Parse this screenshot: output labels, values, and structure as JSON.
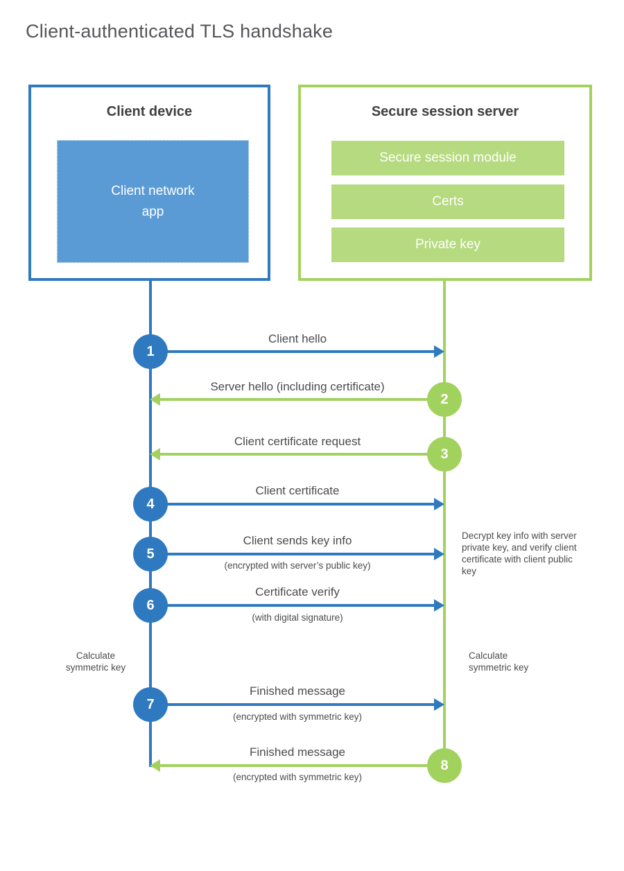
{
  "title": "Client-authenticated TLS handshake",
  "client": {
    "title": "Client device",
    "app": "Client network\napp"
  },
  "server": {
    "title": "Secure session server",
    "modules": [
      "Secure session module",
      "Certs",
      "Private key"
    ]
  },
  "steps": [
    {
      "num": "1",
      "label": "Client hello",
      "sub": "",
      "from": "client",
      "to": "server"
    },
    {
      "num": "2",
      "label": "Server hello (including certificate)",
      "sub": "",
      "from": "server",
      "to": "client"
    },
    {
      "num": "3",
      "label": "Client certificate request",
      "sub": "",
      "from": "server",
      "to": "client"
    },
    {
      "num": "4",
      "label": "Client certificate",
      "sub": "",
      "from": "client",
      "to": "server"
    },
    {
      "num": "5",
      "label": "Client sends key info",
      "sub": "(encrypted with server’s public key)",
      "from": "client",
      "to": "server"
    },
    {
      "num": "6",
      "label": "Certificate verify",
      "sub": "(with digital signature)",
      "from": "client",
      "to": "server"
    },
    {
      "num": "7",
      "label": "Finished message",
      "sub": "(encrypted with symmetric key)",
      "from": "client",
      "to": "server"
    },
    {
      "num": "8",
      "label": "Finished message",
      "sub": "(encrypted with symmetric key)",
      "from": "server",
      "to": "client"
    }
  ],
  "annotations": {
    "decrypt": "Decrypt key info with server private key, and verify client certificate with client public key",
    "calc_client": "Calculate symmetric key",
    "calc_server": "Calculate symmetric key"
  },
  "colors": {
    "blue": "#2e79bf",
    "blue_fill": "#5b9bd5",
    "green": "#a2d25e",
    "green_fill": "#b6da7f"
  }
}
